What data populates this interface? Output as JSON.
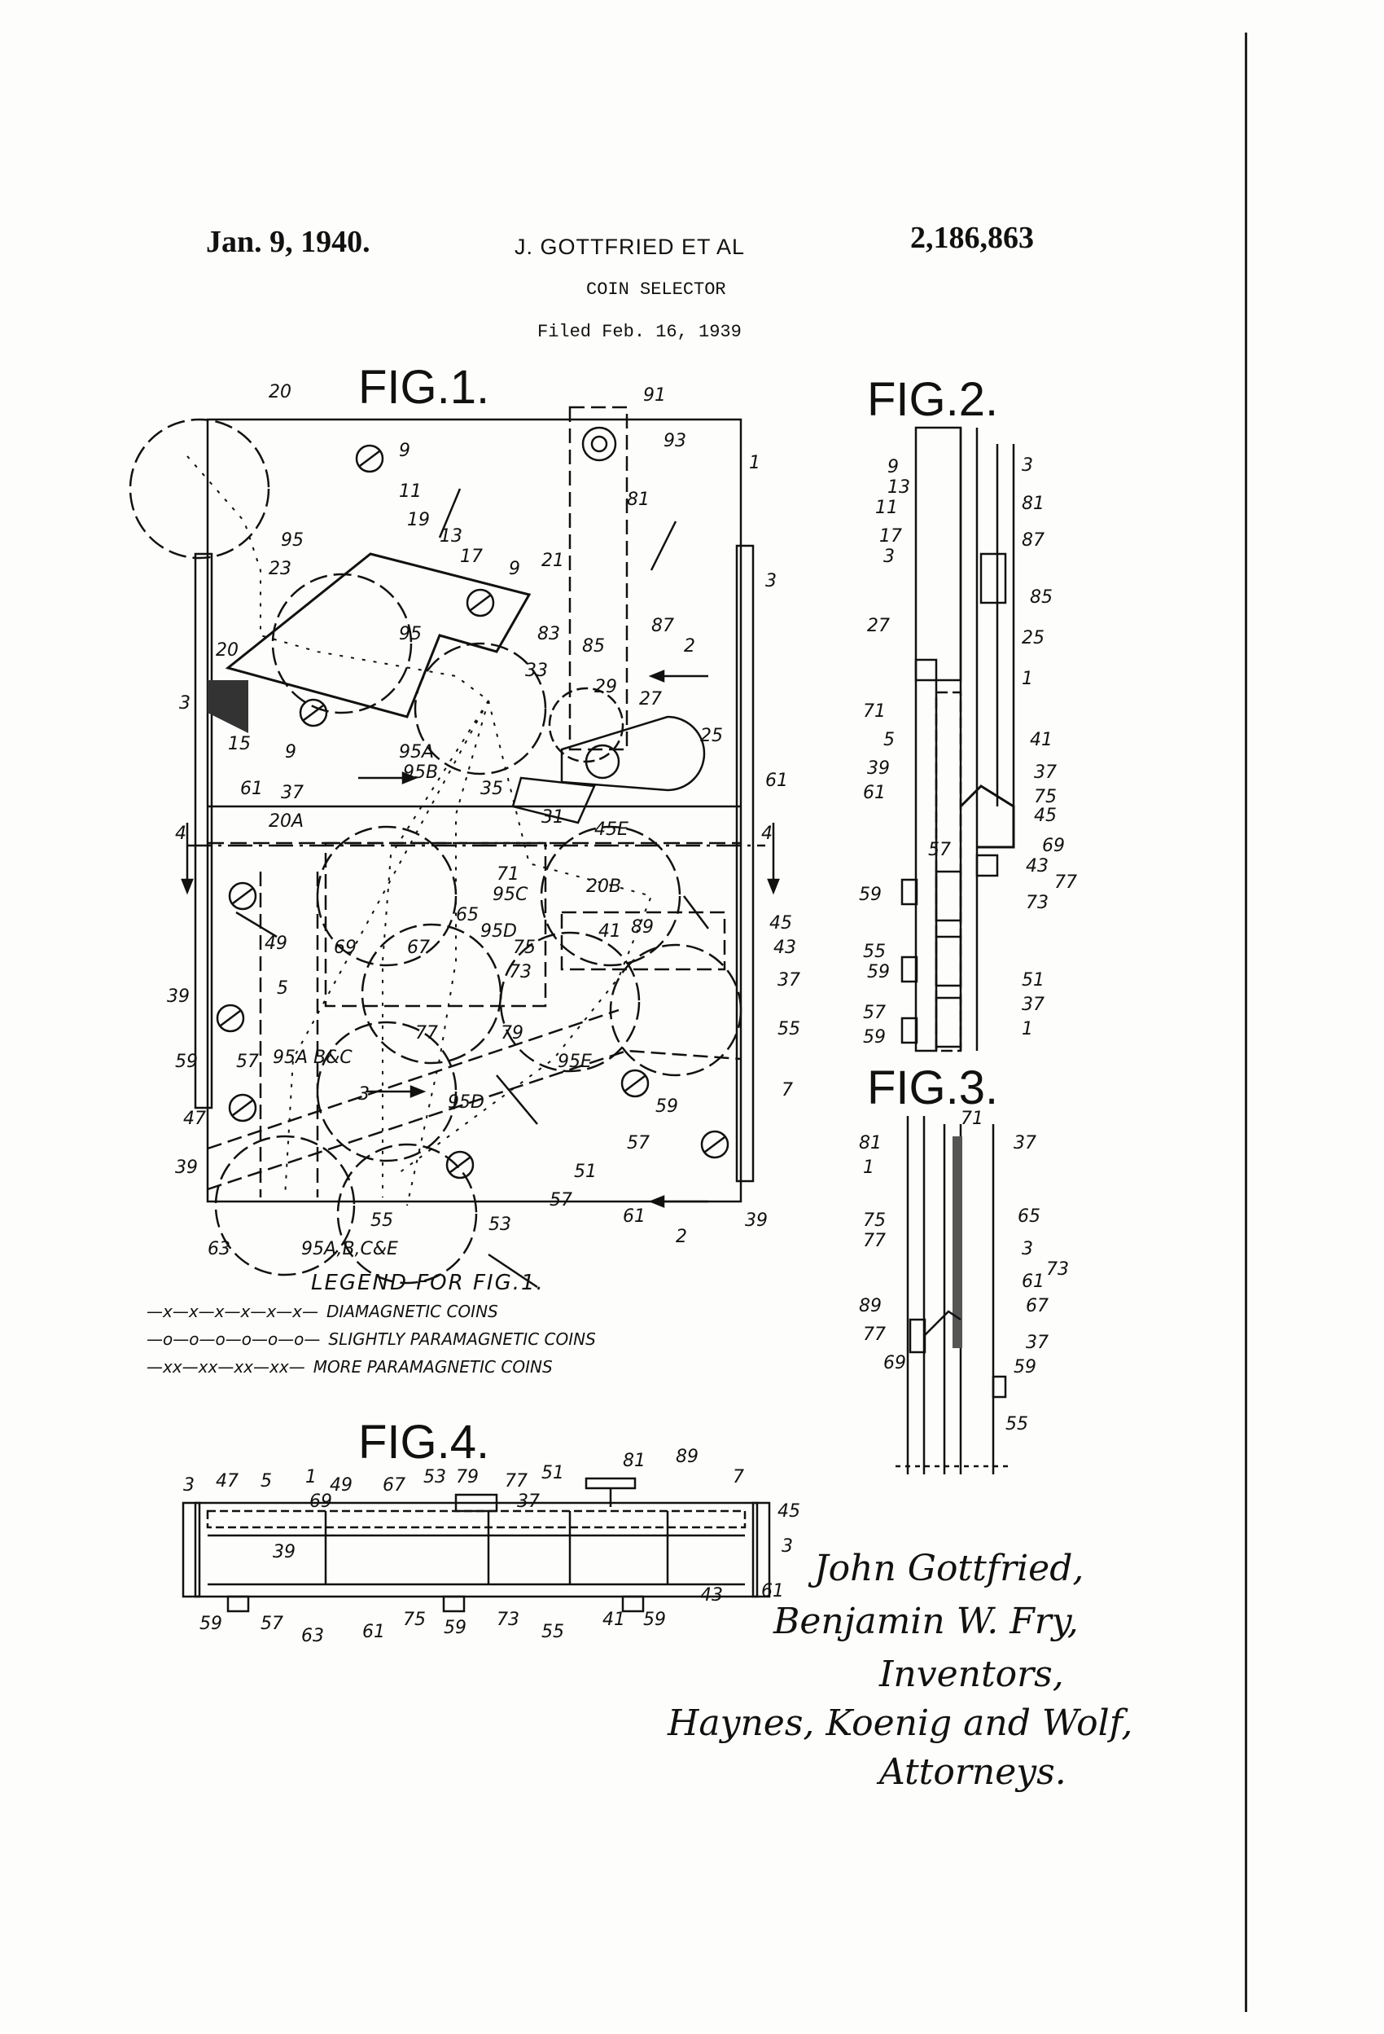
{
  "header": {
    "date": "Jan. 9, 1940.",
    "inventor": "J. GOTTFRIED ET AL",
    "patent_number": "2,186,863",
    "title": "COIN SELECTOR",
    "filed": "Filed Feb. 16, 1939"
  },
  "figures": {
    "fig1": "FIG.1.",
    "fig2": "FIG.2.",
    "fig3": "FIG.3.",
    "fig4": "FIG.4."
  },
  "legend": {
    "title": "LEGEND FOR FIG.1.",
    "items": [
      {
        "marker": "—x—x—x—x—x—x—",
        "label": "DIAMAGNETIC COINS"
      },
      {
        "marker": "—o—o—o—o—o—o—",
        "label": "SLIGHTLY PARAMAGNETIC COINS"
      },
      {
        "marker": "—xx—xx—xx—xx—",
        "label": "MORE PARAMAGNETIC COINS"
      }
    ]
  },
  "signatures": {
    "inventor_1": "John Gottfried,",
    "inventor_2": "Benjamin W. Fry,",
    "inventors_label": "Inventors,",
    "attorneys_firm": "Haynes, Koenig and Wolf,",
    "attorneys_label": "Attorneys."
  },
  "fig1_labels": [
    "20",
    "9",
    "11",
    "19",
    "95",
    "23",
    "13",
    "17",
    "9",
    "21",
    "1",
    "91",
    "93",
    "81",
    "3",
    "20",
    "95",
    "83",
    "85",
    "87",
    "2",
    "33",
    "29",
    "27",
    "25",
    "15",
    "9",
    "3",
    "95A",
    "95B",
    "35",
    "61",
    "37",
    "20A",
    "31",
    "45E",
    "61",
    "4",
    "71",
    "95C",
    "20B",
    "4",
    "65",
    "95D",
    "41",
    "89",
    "45",
    "43",
    "49",
    "69",
    "67",
    "75",
    "73",
    "37",
    "39",
    "5",
    "55",
    "59",
    "57",
    "95A B&C",
    "77",
    "79",
    "95E",
    "3",
    "51",
    "7",
    "59",
    "47",
    "95D",
    "57",
    "39",
    "63",
    "55",
    "53",
    "57",
    "61",
    "2",
    "39",
    "95A,B,C&E"
  ],
  "fig2_labels": [
    "9",
    "3",
    "13",
    "81",
    "11",
    "87",
    "17",
    "85",
    "3",
    "27",
    "25",
    "1",
    "71",
    "5",
    "41",
    "39",
    "37",
    "61",
    "75",
    "45",
    "57",
    "69",
    "43",
    "59",
    "77",
    "73",
    "55",
    "59",
    "51",
    "57",
    "37",
    "59",
    "1"
  ],
  "fig3_labels": [
    "71",
    "81",
    "37",
    "1",
    "75",
    "65",
    "77",
    "3",
    "73",
    "61",
    "89",
    "67",
    "77",
    "37",
    "69",
    "59",
    "55"
  ],
  "fig4_labels": [
    "3",
    "47",
    "5",
    "1",
    "49",
    "67",
    "53",
    "79",
    "77",
    "51",
    "81",
    "89",
    "7",
    "45",
    "69",
    "37",
    "3",
    "39",
    "61",
    "59",
    "57",
    "63",
    "61",
    "75",
    "59",
    "73",
    "55",
    "41",
    "59",
    "43"
  ]
}
